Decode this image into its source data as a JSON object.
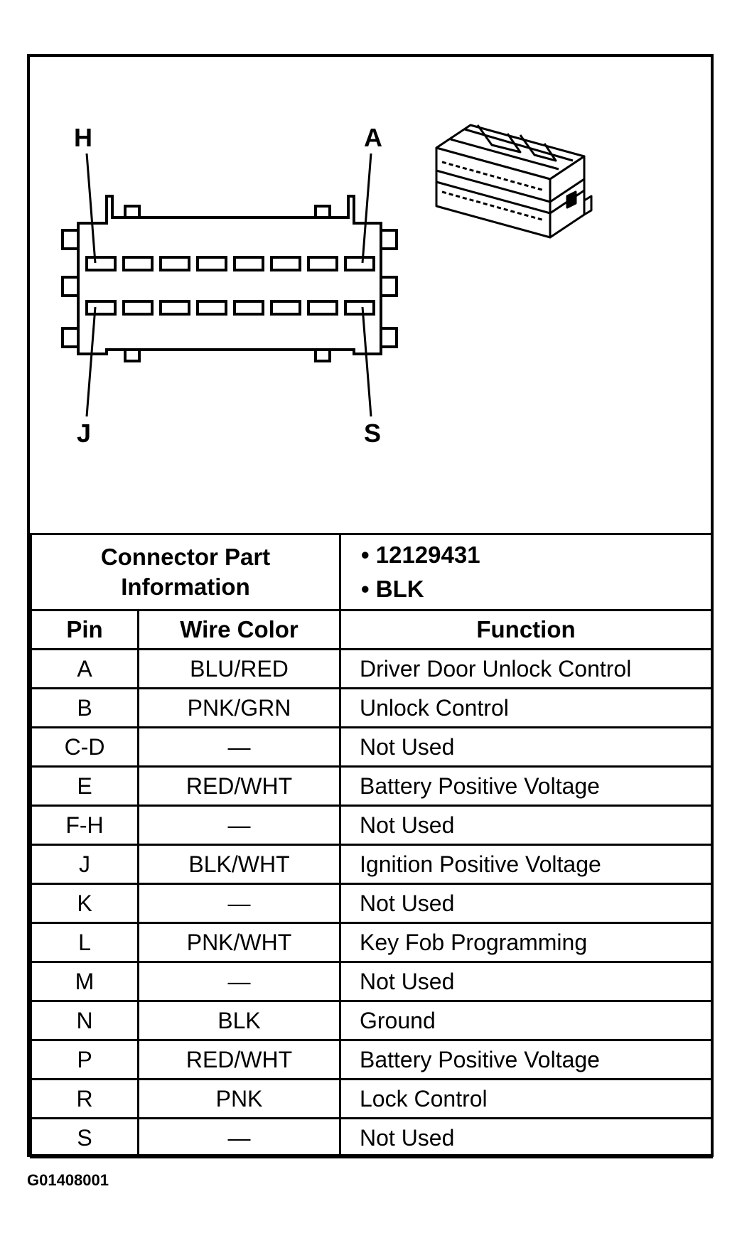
{
  "diagram": {
    "pin_labels": {
      "top_left": "H",
      "top_right": "A",
      "bottom_left": "J",
      "bottom_right": "S"
    },
    "connector_rows": 2,
    "cavities_per_row": 8
  },
  "connector_info": {
    "title_line1": "Connector Part",
    "title_line2": "Information",
    "part_number": "12129431",
    "color": "BLK"
  },
  "table": {
    "headers": {
      "pin": "Pin",
      "wire_color": "Wire Color",
      "function": "Function"
    },
    "rows": [
      {
        "pin": "A",
        "wire_color": "BLU/RED",
        "function": "Driver Door Unlock Control"
      },
      {
        "pin": "B",
        "wire_color": "PNK/GRN",
        "function": "Unlock Control"
      },
      {
        "pin": "C-D",
        "wire_color": "—",
        "function": "Not Used"
      },
      {
        "pin": "E",
        "wire_color": "RED/WHT",
        "function": "Battery Positive Voltage"
      },
      {
        "pin": "F-H",
        "wire_color": "—",
        "function": "Not Used"
      },
      {
        "pin": "J",
        "wire_color": "BLK/WHT",
        "function": "Ignition Positive Voltage"
      },
      {
        "pin": "K",
        "wire_color": "—",
        "function": "Not Used"
      },
      {
        "pin": "L",
        "wire_color": "PNK/WHT",
        "function": "Key Fob Programming"
      },
      {
        "pin": "M",
        "wire_color": "—",
        "function": "Not Used"
      },
      {
        "pin": "N",
        "wire_color": "BLK",
        "function": "Ground"
      },
      {
        "pin": "P",
        "wire_color": "RED/WHT",
        "function": "Battery Positive Voltage"
      },
      {
        "pin": "R",
        "wire_color": "PNK",
        "function": "Lock Control"
      },
      {
        "pin": "S",
        "wire_color": "—",
        "function": "Not Used"
      }
    ]
  },
  "figure_id": "G01408001"
}
